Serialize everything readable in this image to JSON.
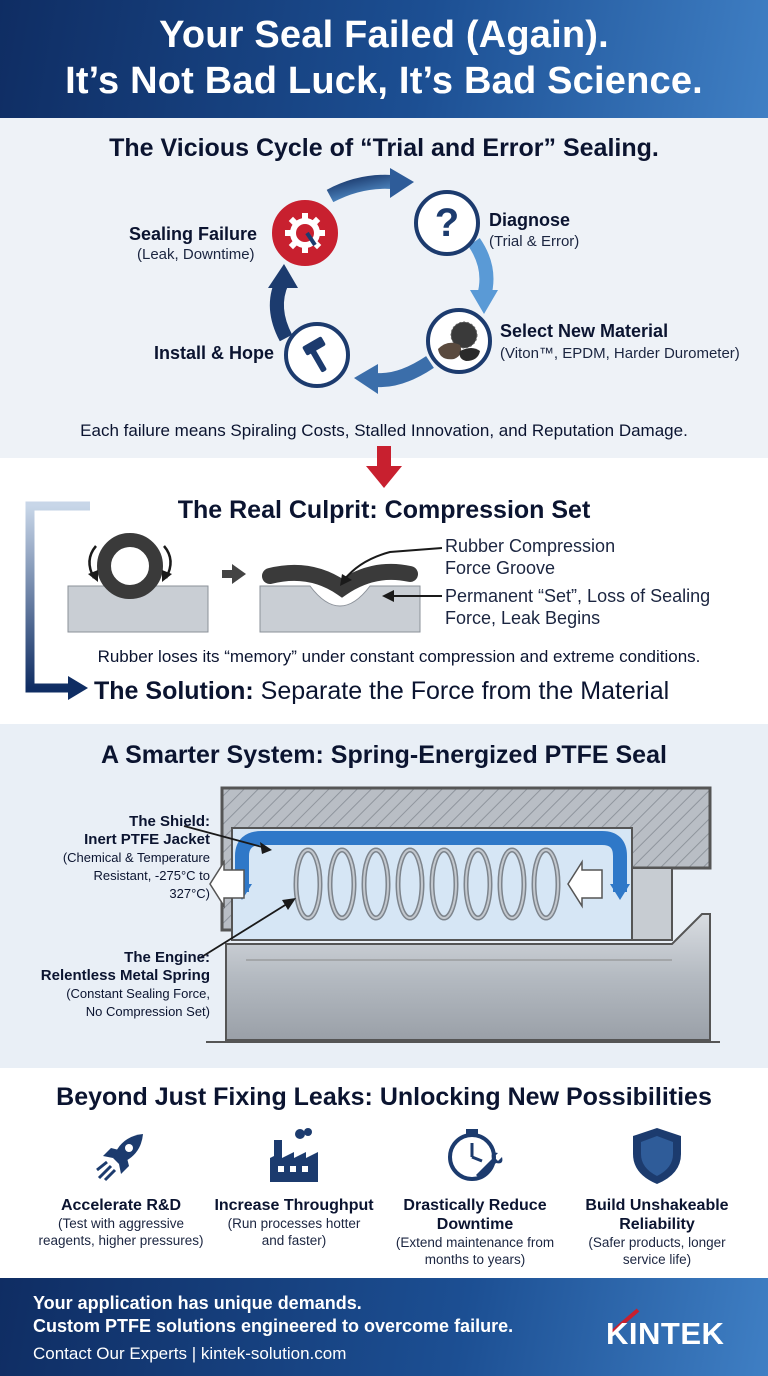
{
  "header": {
    "line1": "Your Seal Failed (Again).",
    "line2": "It’s Not Bad Luck, It’s Bad Science."
  },
  "cycle": {
    "title": "The Vicious Cycle of “Trial and Error” Sealing.",
    "stages": [
      {
        "title": "Sealing Failure",
        "subtitle": "(Leak, Downtime)",
        "icon": "gear-leak-icon"
      },
      {
        "title": "Diagnose",
        "subtitle": "(Trial & Error)",
        "icon": "question-icon"
      },
      {
        "title": "Select New Material",
        "subtitle": "(Viton™, EPDM, Harder Durometer)",
        "icon": "material-samples-icon"
      },
      {
        "title": "Install & Hope",
        "subtitle": "",
        "icon": "hammer-icon"
      }
    ],
    "caption": "Each failure means Spiraling Costs, Stalled Innovation, and Reputation Damage."
  },
  "compression": {
    "title": "The Real Culprit: Compression Set",
    "callout1_line1": "Rubber Compression",
    "callout1_line2": "Force Groove",
    "callout2_line1": "Permanent “Set”, Loss of Sealing",
    "callout2_line2": "Force, Leak Begins",
    "caption": "Rubber loses its “memory” under constant compression and extreme conditions.",
    "solution_bold": "The Solution:",
    "solution_rest": " Separate the Force from the Material"
  },
  "seal": {
    "title": "A Smarter System: Spring-Energized PTFE Seal",
    "shield_line1": "The Shield:",
    "shield_line2": "Inert PTFE Jacket",
    "shield_sub1": "(Chemical & Temperature",
    "shield_sub2": "Resistant, -275°C to 327°C)",
    "engine_line1": "The Engine:",
    "engine_line2": "Relentless Metal Spring",
    "engine_sub1": "(Constant Sealing Force,",
    "engine_sub2": "No Compression Set)"
  },
  "benefits": {
    "title": "Beyond Just Fixing Leaks: Unlocking New Possibilities",
    "items": [
      {
        "title1": "Accelerate R&D",
        "title2": "",
        "sub1": "(Test with aggressive",
        "sub2": "reagents, higher pressures)",
        "icon": "rocket-icon"
      },
      {
        "title1": "Increase Throughput",
        "title2": "",
        "sub1": "(Run processes hotter",
        "sub2": "and faster)",
        "icon": "factory-icon"
      },
      {
        "title1": "Drastically Reduce",
        "title2": "Downtime",
        "sub1": "(Extend maintenance from",
        "sub2": "months to years)",
        "icon": "clock-wrench-icon"
      },
      {
        "title1": "Build Unshakeable",
        "title2": "Reliability",
        "sub1": "(Safer products, longer",
        "sub2": "service life)",
        "icon": "shield-icon"
      }
    ]
  },
  "footer": {
    "line1": "Your application has unique demands.",
    "line2": "Custom PTFE solutions engineered to overcome failure.",
    "contact": "Contact Our Experts  |  kintek-solution.com",
    "brand": "KINTEK"
  },
  "colors": {
    "navy": "#0f2d63",
    "blue": "#1c4f93",
    "accent_red": "#c8202f",
    "ptfe_blue": "#2f78c8"
  }
}
